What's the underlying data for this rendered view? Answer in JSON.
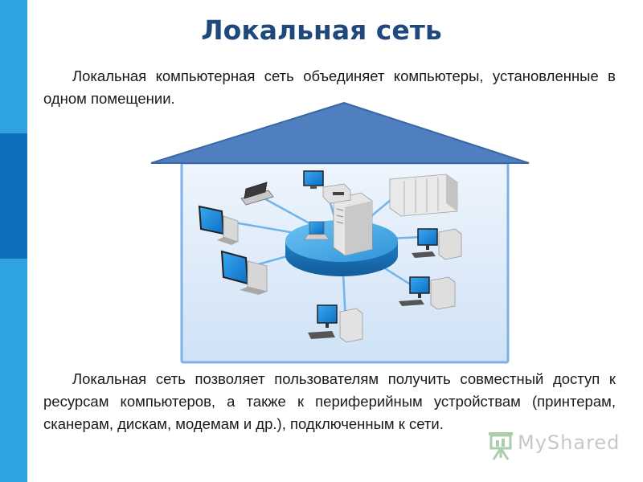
{
  "title": "Локальная сеть",
  "paragraphs": {
    "intro": "Локальная компьютерная сеть объединяет компьютеры, установленные в одном помещении.",
    "details": "Локальная сеть позволяет пользователям получить совместный доступ к ресурсам компьютеров, а также к периферийным устройствам (принтерам, сканерам, дискам, модемам и др.), подключенным к сети."
  },
  "watermark": {
    "text": "MyShared",
    "icon": "projector-screen-icon"
  },
  "colors": {
    "title": "#1f497d",
    "roof": "#4f7fbf",
    "house_border": "#6aa0e0",
    "house_fill": "#dbe9f8",
    "hub": "#2e8fd6",
    "screen": "#1e8ee6",
    "sidebar": [
      "#2ea3e0",
      "#0e6fbf",
      "#2ea3e0"
    ]
  },
  "diagram": {
    "center": "switch-hub",
    "devices": [
      "monitor-terminal",
      "laptop-computer",
      "printer",
      "desktop-computer",
      "desktop-computer",
      "desktop-computer",
      "server-rack",
      "monitor-terminal",
      "desktop-computer"
    ]
  }
}
